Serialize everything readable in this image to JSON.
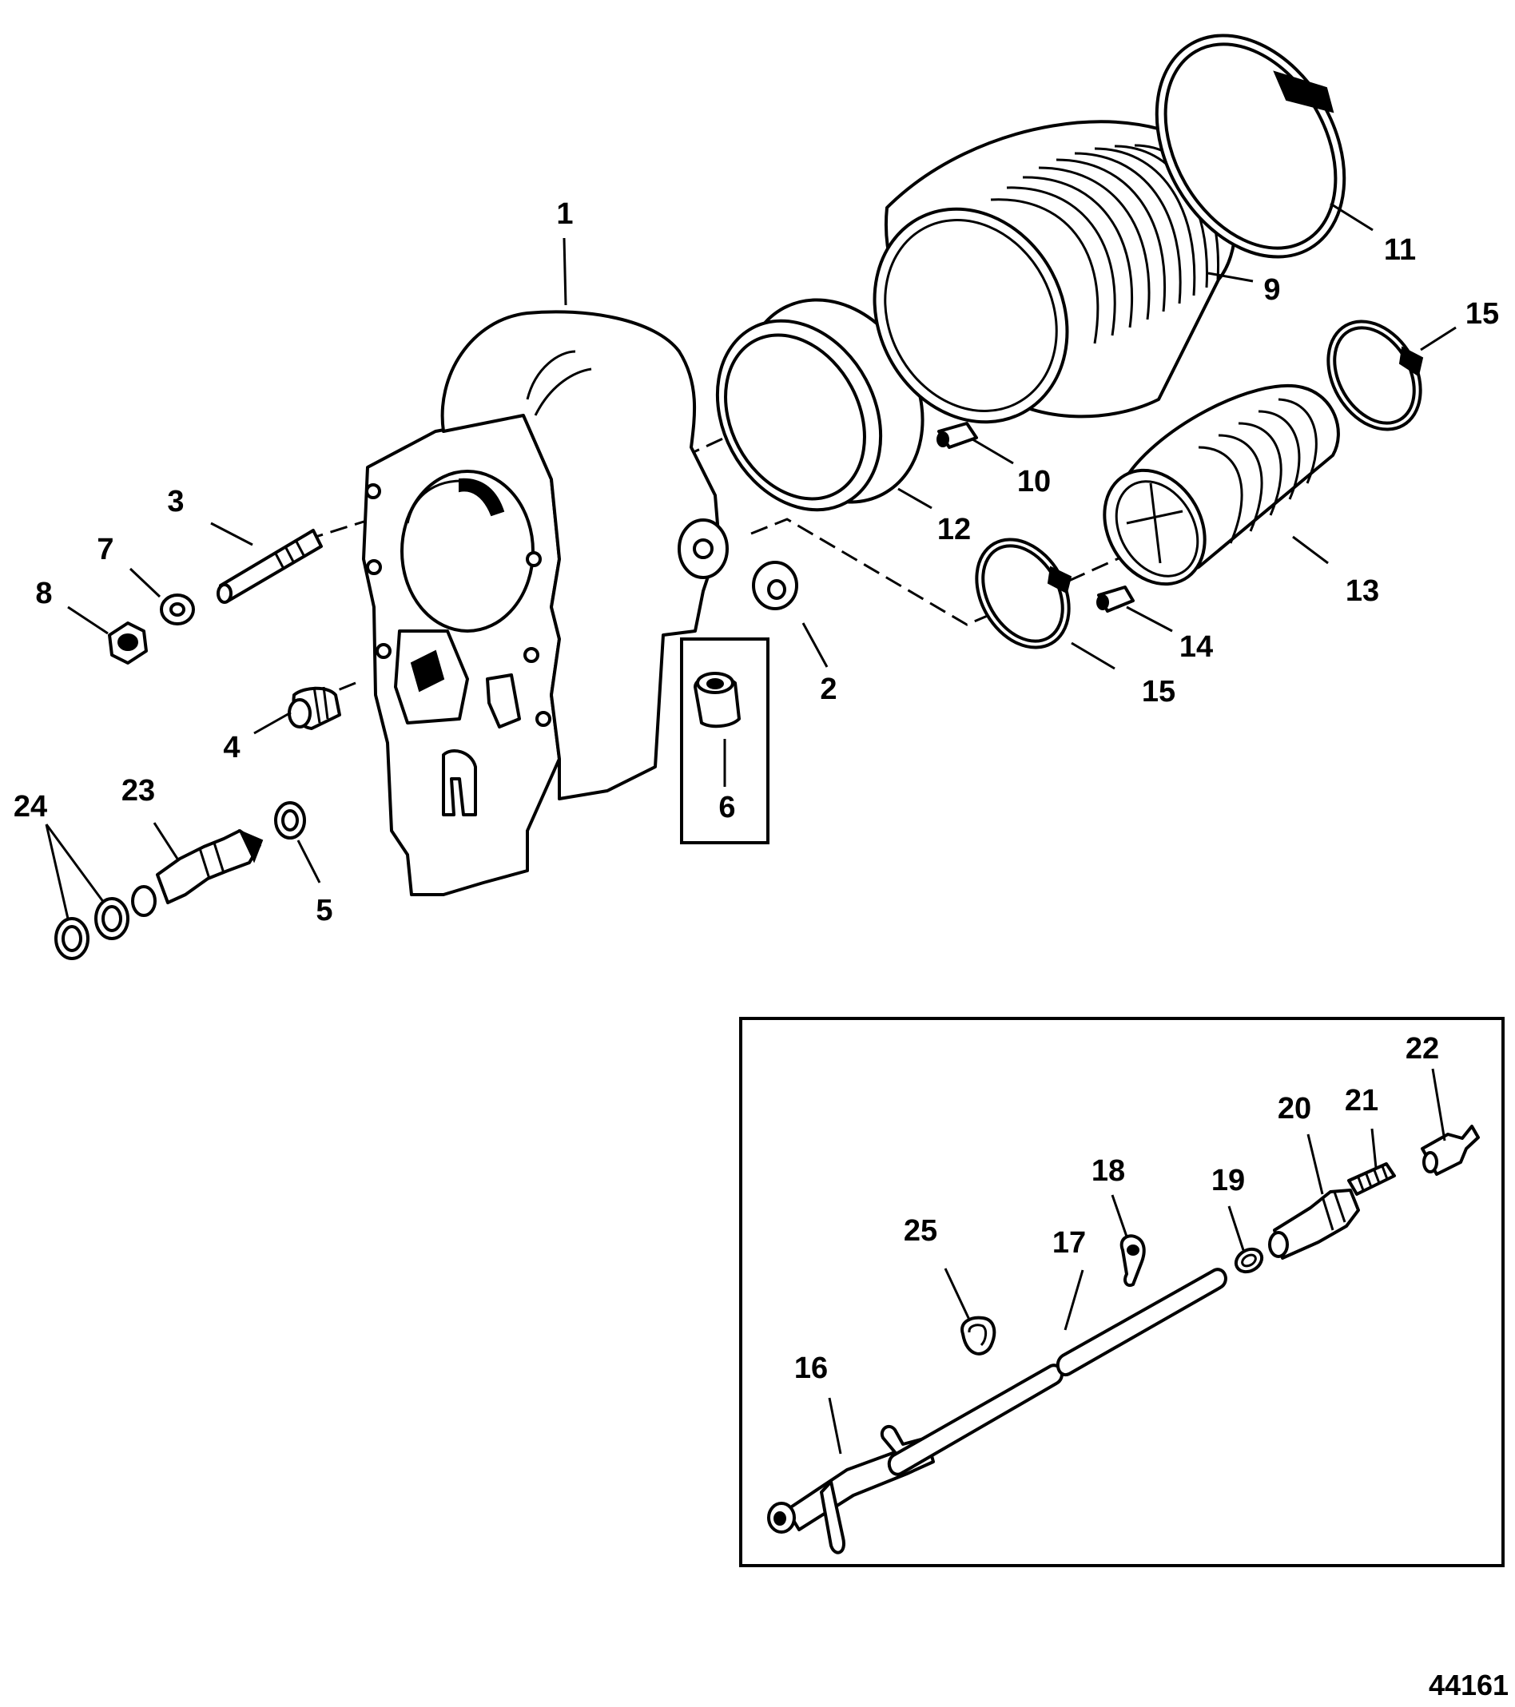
{
  "figure_number": "44161",
  "callouts": [
    {
      "id": "c1",
      "text": "1"
    },
    {
      "id": "c2",
      "text": "2"
    },
    {
      "id": "c3",
      "text": "3"
    },
    {
      "id": "c4",
      "text": "4"
    },
    {
      "id": "c5",
      "text": "5"
    },
    {
      "id": "c6",
      "text": "6"
    },
    {
      "id": "c7",
      "text": "7"
    },
    {
      "id": "c8",
      "text": "8"
    },
    {
      "id": "c9",
      "text": "9"
    },
    {
      "id": "c10",
      "text": "10"
    },
    {
      "id": "c11",
      "text": "11"
    },
    {
      "id": "c12",
      "text": "12"
    },
    {
      "id": "c13",
      "text": "13"
    },
    {
      "id": "c14",
      "text": "14"
    },
    {
      "id": "c15a",
      "text": "15"
    },
    {
      "id": "c15b",
      "text": "15"
    },
    {
      "id": "c16",
      "text": "16"
    },
    {
      "id": "c17",
      "text": "17"
    },
    {
      "id": "c18",
      "text": "18"
    },
    {
      "id": "c19",
      "text": "19"
    },
    {
      "id": "c20",
      "text": "20"
    },
    {
      "id": "c21",
      "text": "21"
    },
    {
      "id": "c22",
      "text": "22"
    },
    {
      "id": "c23",
      "text": "23"
    },
    {
      "id": "c24",
      "text": "24"
    },
    {
      "id": "c25",
      "text": "25"
    }
  ]
}
